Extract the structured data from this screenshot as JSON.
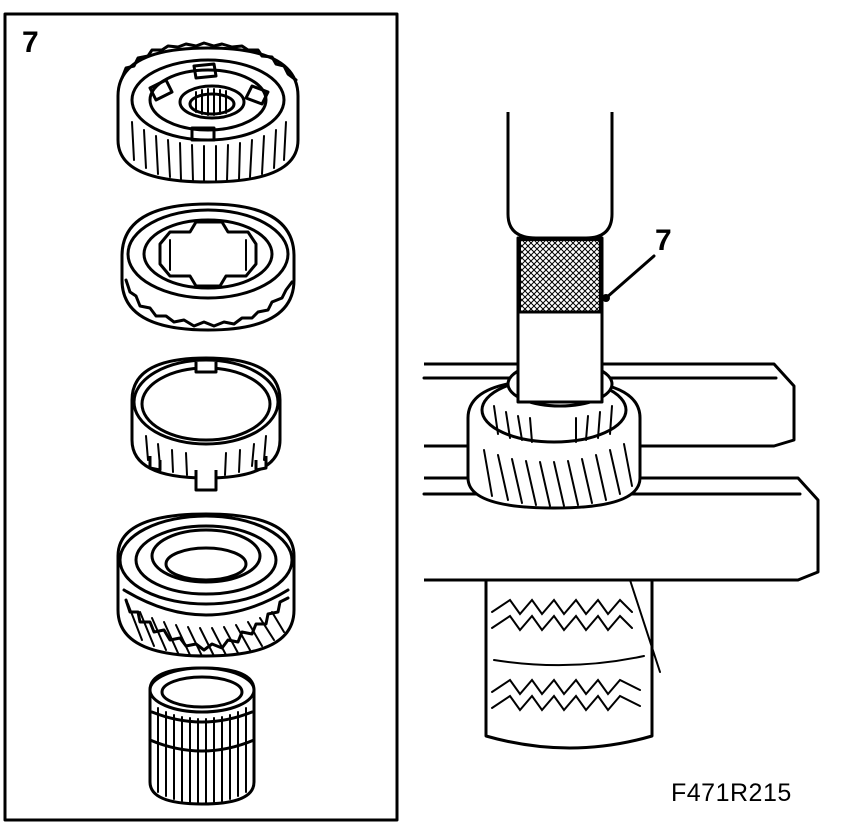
{
  "left_panel": {
    "label": "7"
  },
  "right_panel": {
    "callout_label": "7"
  },
  "figure_code": "F471R215",
  "parts": [
    "synchronizer-hub",
    "synchronizer-sleeve",
    "synchronizer-ring",
    "gear",
    "needle-bearing"
  ],
  "colors": {
    "ink": "#000000",
    "paper": "#ffffff"
  }
}
